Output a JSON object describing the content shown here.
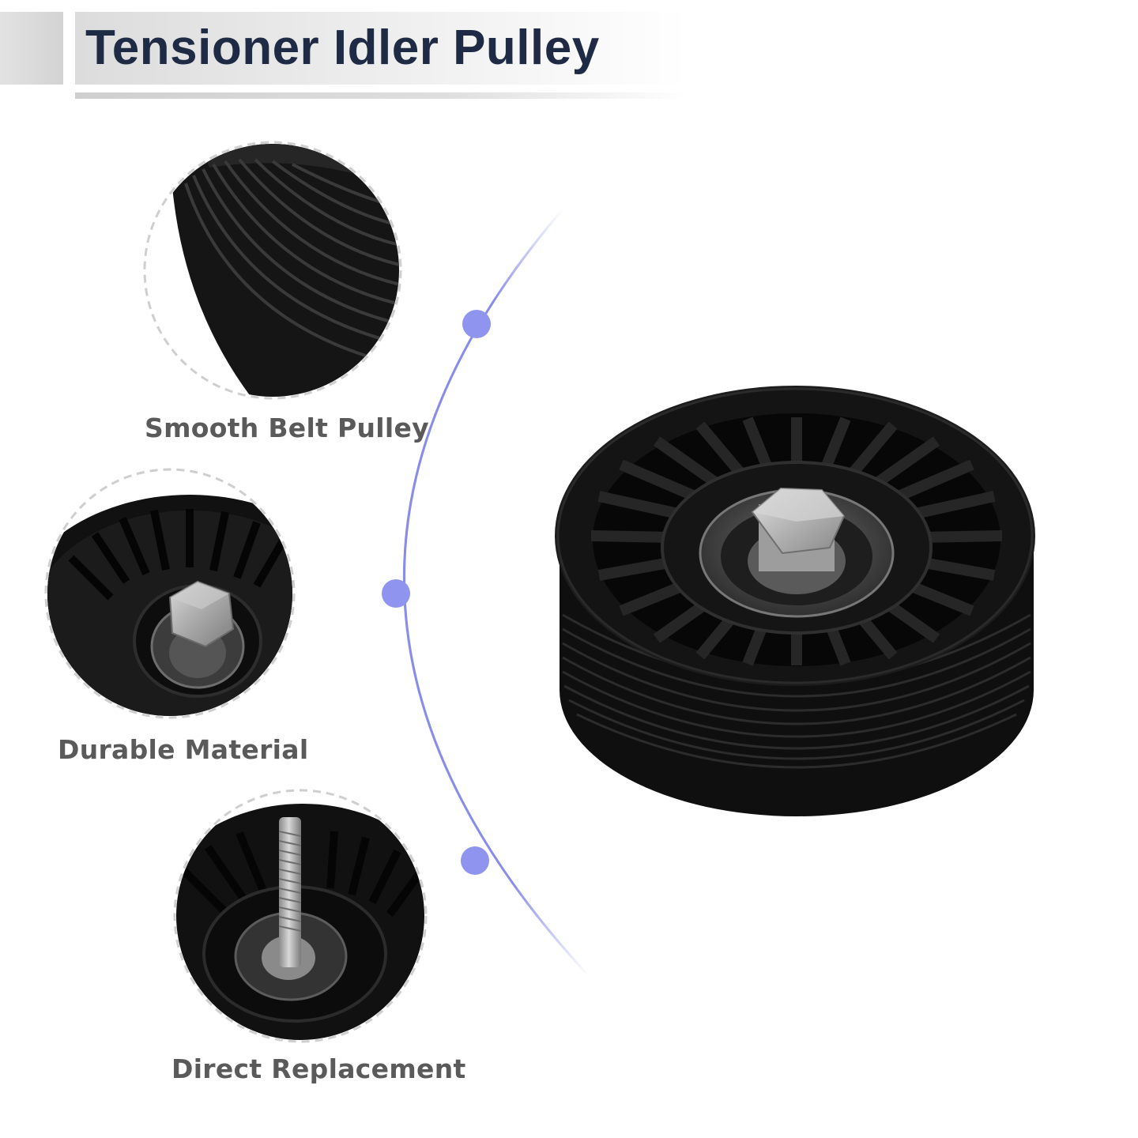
{
  "header": {
    "title": "Tensioner Idler Pulley"
  },
  "features": [
    {
      "label": "Smooth Belt Pulley",
      "icon": "ribbed-groove-closeup"
    },
    {
      "label": "Durable Material",
      "icon": "hex-bolt-closeup"
    },
    {
      "label": "Direct Replacement",
      "icon": "threaded-stud-closeup"
    }
  ],
  "colors": {
    "title_text": "#1f2b45",
    "caption_text": "#5a5a5a",
    "timeline_line": "#7a80e6",
    "timeline_dot": "#8f95ee",
    "pulley_body": "#111111"
  }
}
